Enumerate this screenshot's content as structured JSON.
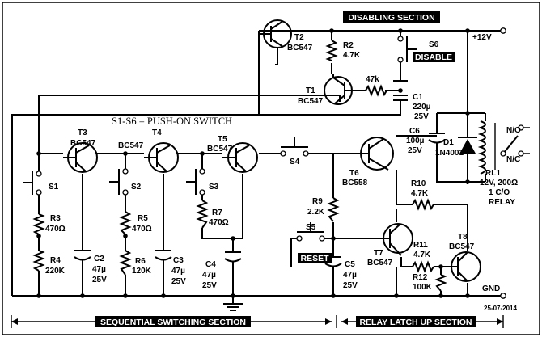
{
  "sections": {
    "disabling": "DISABLING SECTION",
    "sequential": "SEQUENTIAL SWITCHING SECTION",
    "relay_latch": "RELAY LATCH UP SECTION"
  },
  "note": "S1-S6 = PUSH-ON SWITCH",
  "date": "25-07-2014",
  "rails": {
    "positive": "+12V",
    "ground": "GND"
  },
  "components": {
    "T1": {
      "name": "T1",
      "type": "BC547"
    },
    "T2": {
      "name": "T2",
      "type": "BC547"
    },
    "T3": {
      "name": "T3",
      "type": "BC547"
    },
    "T4": {
      "name": "T4",
      "type": "BC547"
    },
    "T5": {
      "name": "T5",
      "type": "BC547"
    },
    "T6": {
      "name": "T6",
      "type": "BC558"
    },
    "T7": {
      "name": "T7",
      "type": "BC547"
    },
    "T8": {
      "name": "T8",
      "type": "BC547"
    },
    "R2": {
      "name": "R2",
      "value": "4.7K"
    },
    "R_base": {
      "value": "47k"
    },
    "R3": {
      "name": "R3",
      "value": "470Ω"
    },
    "R4": {
      "name": "R4",
      "value": "220K"
    },
    "R5": {
      "name": "R5",
      "value": "470Ω"
    },
    "R6": {
      "name": "R6",
      "value": "120K"
    },
    "R7": {
      "name": "R7",
      "value": "470Ω"
    },
    "R9": {
      "name": "R9",
      "value": "2.2K"
    },
    "R10": {
      "name": "R10",
      "value": "4.7K"
    },
    "R11": {
      "name": "R11",
      "value": "4.7K"
    },
    "R12": {
      "name": "R12",
      "value": "100K"
    },
    "C1": {
      "name": "C1",
      "value": "220µ",
      "voltage": "25V"
    },
    "C2": {
      "name": "C2",
      "value": "47µ",
      "voltage": "25V"
    },
    "C3": {
      "name": "C3",
      "value": "47µ",
      "voltage": "25V"
    },
    "C4": {
      "name": "C4",
      "value": "47µ",
      "voltage": "25V"
    },
    "C5": {
      "name": "C5",
      "value": "47µ",
      "voltage": "25V"
    },
    "C6": {
      "name": "C6",
      "value": "100µ",
      "voltage": "25V"
    },
    "D1": {
      "name": "D1",
      "type": "1N4001"
    },
    "RL1": {
      "name": "RL1",
      "rating": "12V, 200Ω",
      "contacts": "1 C/O",
      "kind": "RELAY",
      "no": "N/O",
      "nc": "N/C"
    },
    "S1": {
      "name": "S1"
    },
    "S2": {
      "name": "S2"
    },
    "S3": {
      "name": "S3"
    },
    "S4": {
      "name": "S4"
    },
    "S5": {
      "name": "S5",
      "label": "RESET"
    },
    "S6": {
      "name": "S6",
      "label": "DISABLE"
    }
  }
}
